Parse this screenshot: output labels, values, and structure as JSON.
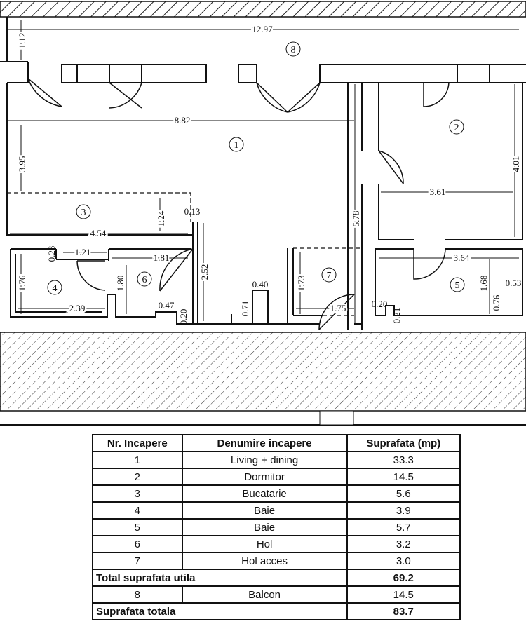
{
  "dimensions": {
    "total_width": "12.97",
    "balcony_depth": "1.12",
    "living_width": "8.82",
    "living_depth": "3.95",
    "bedroom_depth": "4.01",
    "bedroom_width": "3.61",
    "hall_length": "5.78",
    "kitchen_width": "4.54",
    "kitchen_depth": "1.24",
    "wall_013": "0.13",
    "bath4_top": "0.23",
    "bath4_top_len": "1.21",
    "hol_top": "1.81",
    "hol_depth": "2.52",
    "bath4_depth": "1.76",
    "bath4_width": "2.39",
    "hol_side": "1.80",
    "niche_047": "0.47",
    "niche_020": "0.20",
    "col_040": "0.40",
    "col_071": "0.71",
    "acces_depth": "1.73",
    "acces_width": "1.75",
    "bath5_width": "3.64",
    "bath5_depth": "1.68",
    "bath5_053": "0.53",
    "bath5_076": "0.76",
    "bath5_020": "0.20",
    "bath5_021": "0.21"
  },
  "room_numbers": [
    "1",
    "2",
    "3",
    "4",
    "5",
    "6",
    "7",
    "8"
  ],
  "table": {
    "headers": [
      "Nr. Incapere",
      "Denumire incapere",
      "Suprafata (mp)"
    ],
    "rows": [
      {
        "nr": "1",
        "name": "Living + dining",
        "area": "33.3"
      },
      {
        "nr": "2",
        "name": "Dormitor",
        "area": "14.5"
      },
      {
        "nr": "3",
        "name": "Bucatarie",
        "area": "5.6"
      },
      {
        "nr": "4",
        "name": "Baie",
        "area": "3.9"
      },
      {
        "nr": "5",
        "name": "Baie",
        "area": "5.7"
      },
      {
        "nr": "6",
        "name": "Hol",
        "area": "3.2"
      },
      {
        "nr": "7",
        "name": "Hol acces",
        "area": "3.0"
      }
    ],
    "total_utila_label": "Total suprafata utila",
    "total_utila_value": "69.2",
    "balcony_row": {
      "nr": "8",
      "name": "Balcon",
      "area": "14.5"
    },
    "total_label": "Suprafata totala",
    "total_value": "83.7"
  }
}
